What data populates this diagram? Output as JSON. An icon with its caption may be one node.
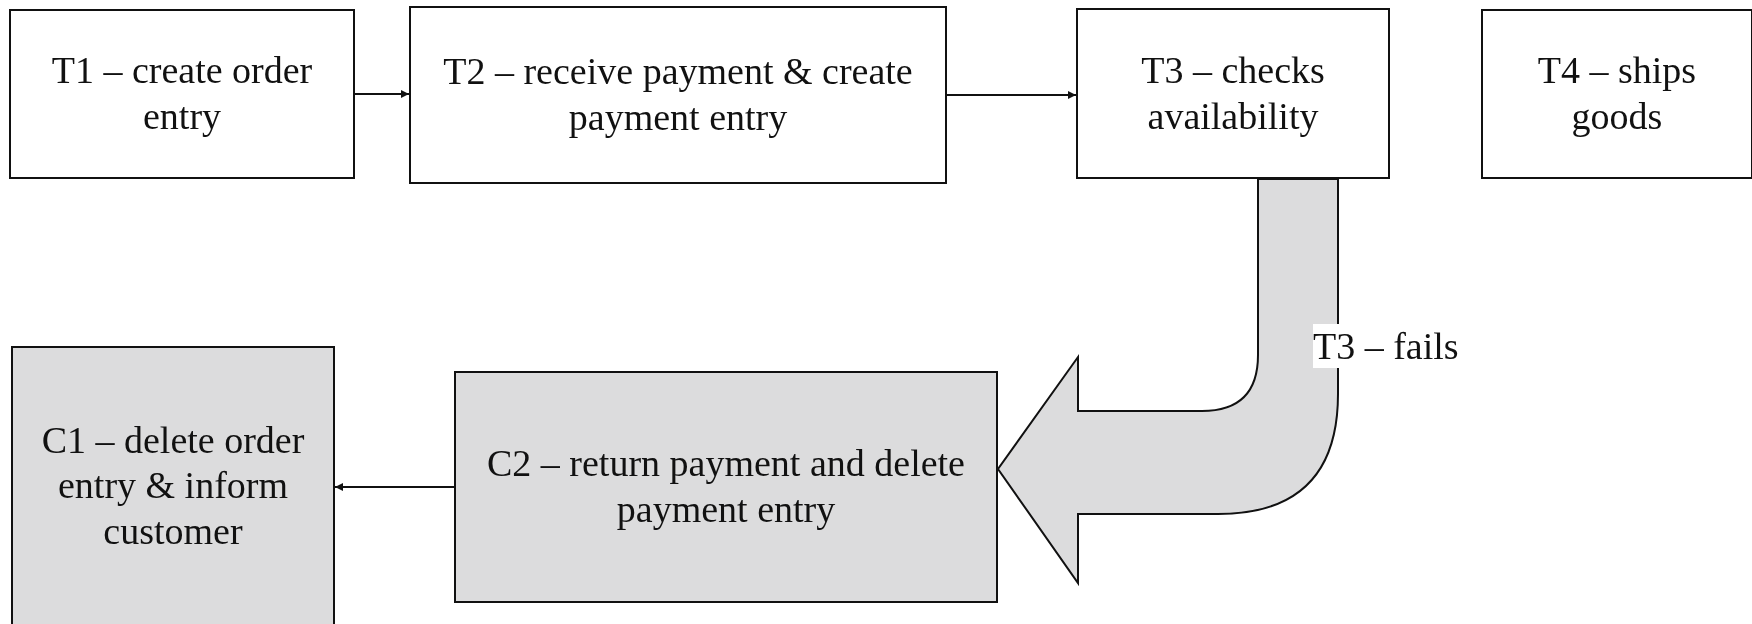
{
  "diagram": {
    "nodes": [
      {
        "text": [
          "T1 – create order entry"
        ]
      },
      {
        "text": [
          "T2 – receive payment & create payment entry"
        ]
      },
      {
        "text": [
          "T3 – checks availability"
        ]
      },
      {
        "text": [
          "T4 – ships goods"
        ]
      },
      {
        "text": [
          "C1 – delete order entry & inform customer"
        ]
      },
      {
        "text": [
          "C2 – return payment and delete payment entry"
        ]
      }
    ],
    "edges": [
      {
        "from": 0,
        "to": 1,
        "arrow": "to"
      },
      {
        "from": 1,
        "to": 2,
        "arrow": "to"
      },
      {
        "from": 2,
        "to": 5,
        "arrow": "to",
        "style": "thick",
        "label": "T3 – fails"
      },
      {
        "from": 5,
        "to": 4,
        "arrow": "to"
      }
    ]
  }
}
